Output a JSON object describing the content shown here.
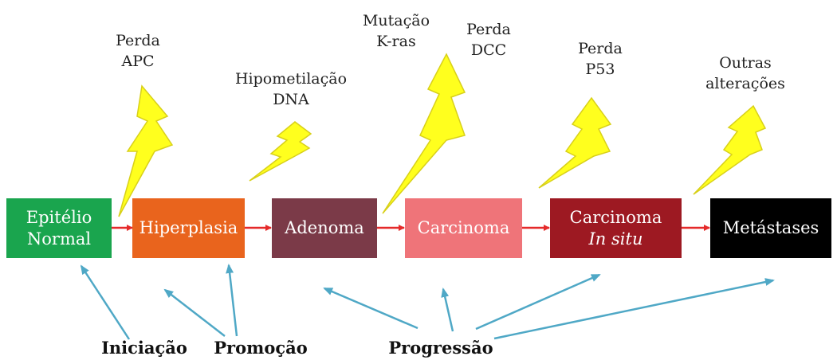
{
  "colors": {
    "flow_arrow": "#e52a2a",
    "pointer_arrow": "#4fa8c6",
    "bolt_fill": "#ffff1e",
    "bolt_stroke": "#d8d01a"
  },
  "boxes": {
    "epitelio": {
      "line1": "Epitélio",
      "line2": "Normal",
      "color": "#1aa54e"
    },
    "hiperplasia": {
      "line1": "Hiperplasia",
      "color": "#e9641d"
    },
    "adenoma": {
      "line1": "Adenoma",
      "color": "#7b3a48"
    },
    "carcinoma": {
      "line1": "Carcinoma",
      "color": "#ef7479"
    },
    "carcinoma_in_situ": {
      "line1": "Carcinoma",
      "line2": "In situ",
      "color": "#9d1922"
    },
    "metastases": {
      "line1": "Metástases",
      "color": "#000000"
    }
  },
  "events": {
    "perda_apc": {
      "line1": "Perda",
      "line2": "APC"
    },
    "hipometilacao": {
      "line1": "Hipometilação",
      "line2": "DNA"
    },
    "mutacao": {
      "line1": "Mutação",
      "line2": "K-ras"
    },
    "perda_dcc": {
      "line1": "Perda",
      "line2": "DCC"
    },
    "perda_p53": {
      "line1": "Perda",
      "line2": "P53"
    },
    "outras": {
      "line1": "Outras",
      "line2": "alterações"
    }
  },
  "stages": {
    "iniciacao": "Iniciação",
    "promocao": "Promoção",
    "progressao": "Progressão"
  }
}
